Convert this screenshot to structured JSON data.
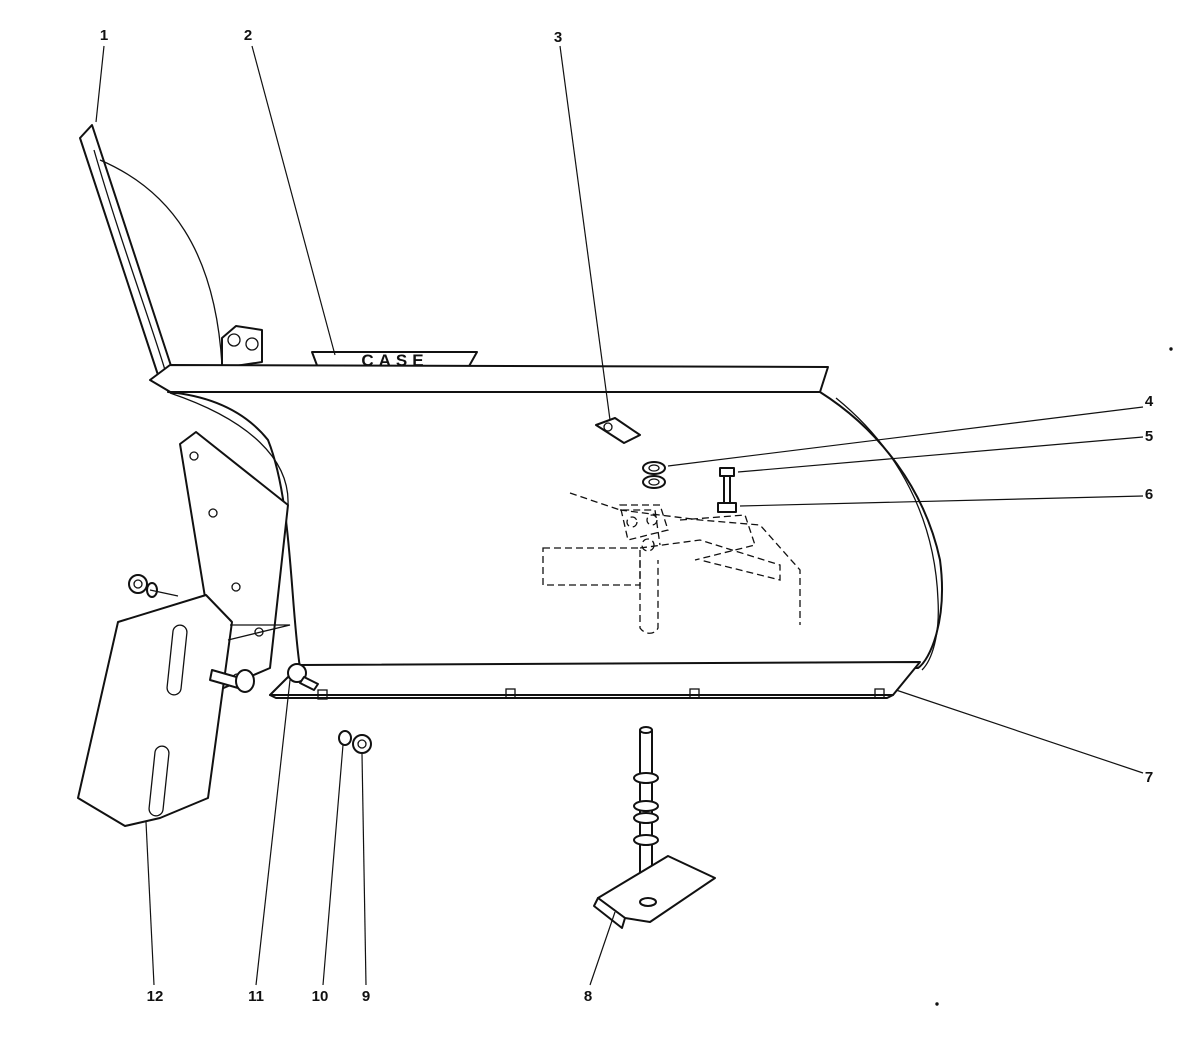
{
  "diagram": {
    "callouts": [
      {
        "id": 1,
        "label": "1"
      },
      {
        "id": 2,
        "label": "2"
      },
      {
        "id": 3,
        "label": "3"
      },
      {
        "id": 4,
        "label": "4"
      },
      {
        "id": 5,
        "label": "5"
      },
      {
        "id": 6,
        "label": "6"
      },
      {
        "id": 7,
        "label": "7"
      },
      {
        "id": 8,
        "label": "8"
      },
      {
        "id": 9,
        "label": "9"
      },
      {
        "id": 10,
        "label": "10"
      },
      {
        "id": 11,
        "label": "11"
      },
      {
        "id": 12,
        "label": "12"
      }
    ],
    "decal_text": "CASE"
  },
  "colors": {
    "ink": "#111111",
    "paper": "#ffffff"
  }
}
